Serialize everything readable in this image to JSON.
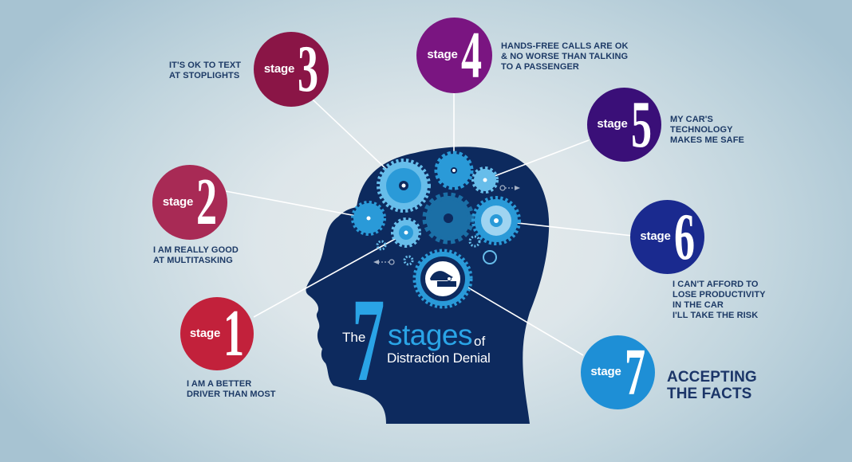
{
  "colors": {
    "head": "#0d2a5e",
    "gear_light": "#67bdea",
    "gear_mid": "#2a9ad8",
    "gear_dark": "#1b6fa6",
    "caption_text": "#1d3a66",
    "stage1": "#c2213b",
    "stage2": "#a82a55",
    "stage3": "#8a1546",
    "stage4": "#7a1581",
    "stage5": "#3a0f78",
    "stage6": "#1a2a8f",
    "stage7": "#1e8fd6"
  },
  "title": {
    "the": "The",
    "number": "7",
    "stages": "stages",
    "of": "of",
    "subtitle": "Distraction Denial"
  },
  "stages": [
    {
      "word": "stage",
      "number": "1",
      "caption": [
        "I AM A BETTER",
        "DRIVER THAN MOST"
      ]
    },
    {
      "word": "stage",
      "number": "2",
      "caption": [
        "I AM REALLY GOOD",
        "AT MULTITASKING"
      ]
    },
    {
      "word": "stage",
      "number": "3",
      "caption": [
        "IT'S OK TO TEXT",
        "AT STOPLIGHTS"
      ]
    },
    {
      "word": "stage",
      "number": "4",
      "caption": [
        "HANDS-FREE CALLS ARE OK",
        "& NO WORSE THAN TALKING",
        "TO A PASSENGER"
      ]
    },
    {
      "word": "stage",
      "number": "5",
      "caption": [
        "MY CAR'S",
        "TECHNOLOGY",
        "MAKES ME SAFE"
      ]
    },
    {
      "word": "stage",
      "number": "6",
      "caption": [
        "I CAN'T AFFORD TO",
        "LOSE PRODUCTIVITY",
        "IN THE CAR",
        "I'LL TAKE THE RISK"
      ]
    },
    {
      "word": "stage",
      "number": "7",
      "caption": [
        "ACCEPTING",
        "THE FACTS"
      ]
    }
  ]
}
